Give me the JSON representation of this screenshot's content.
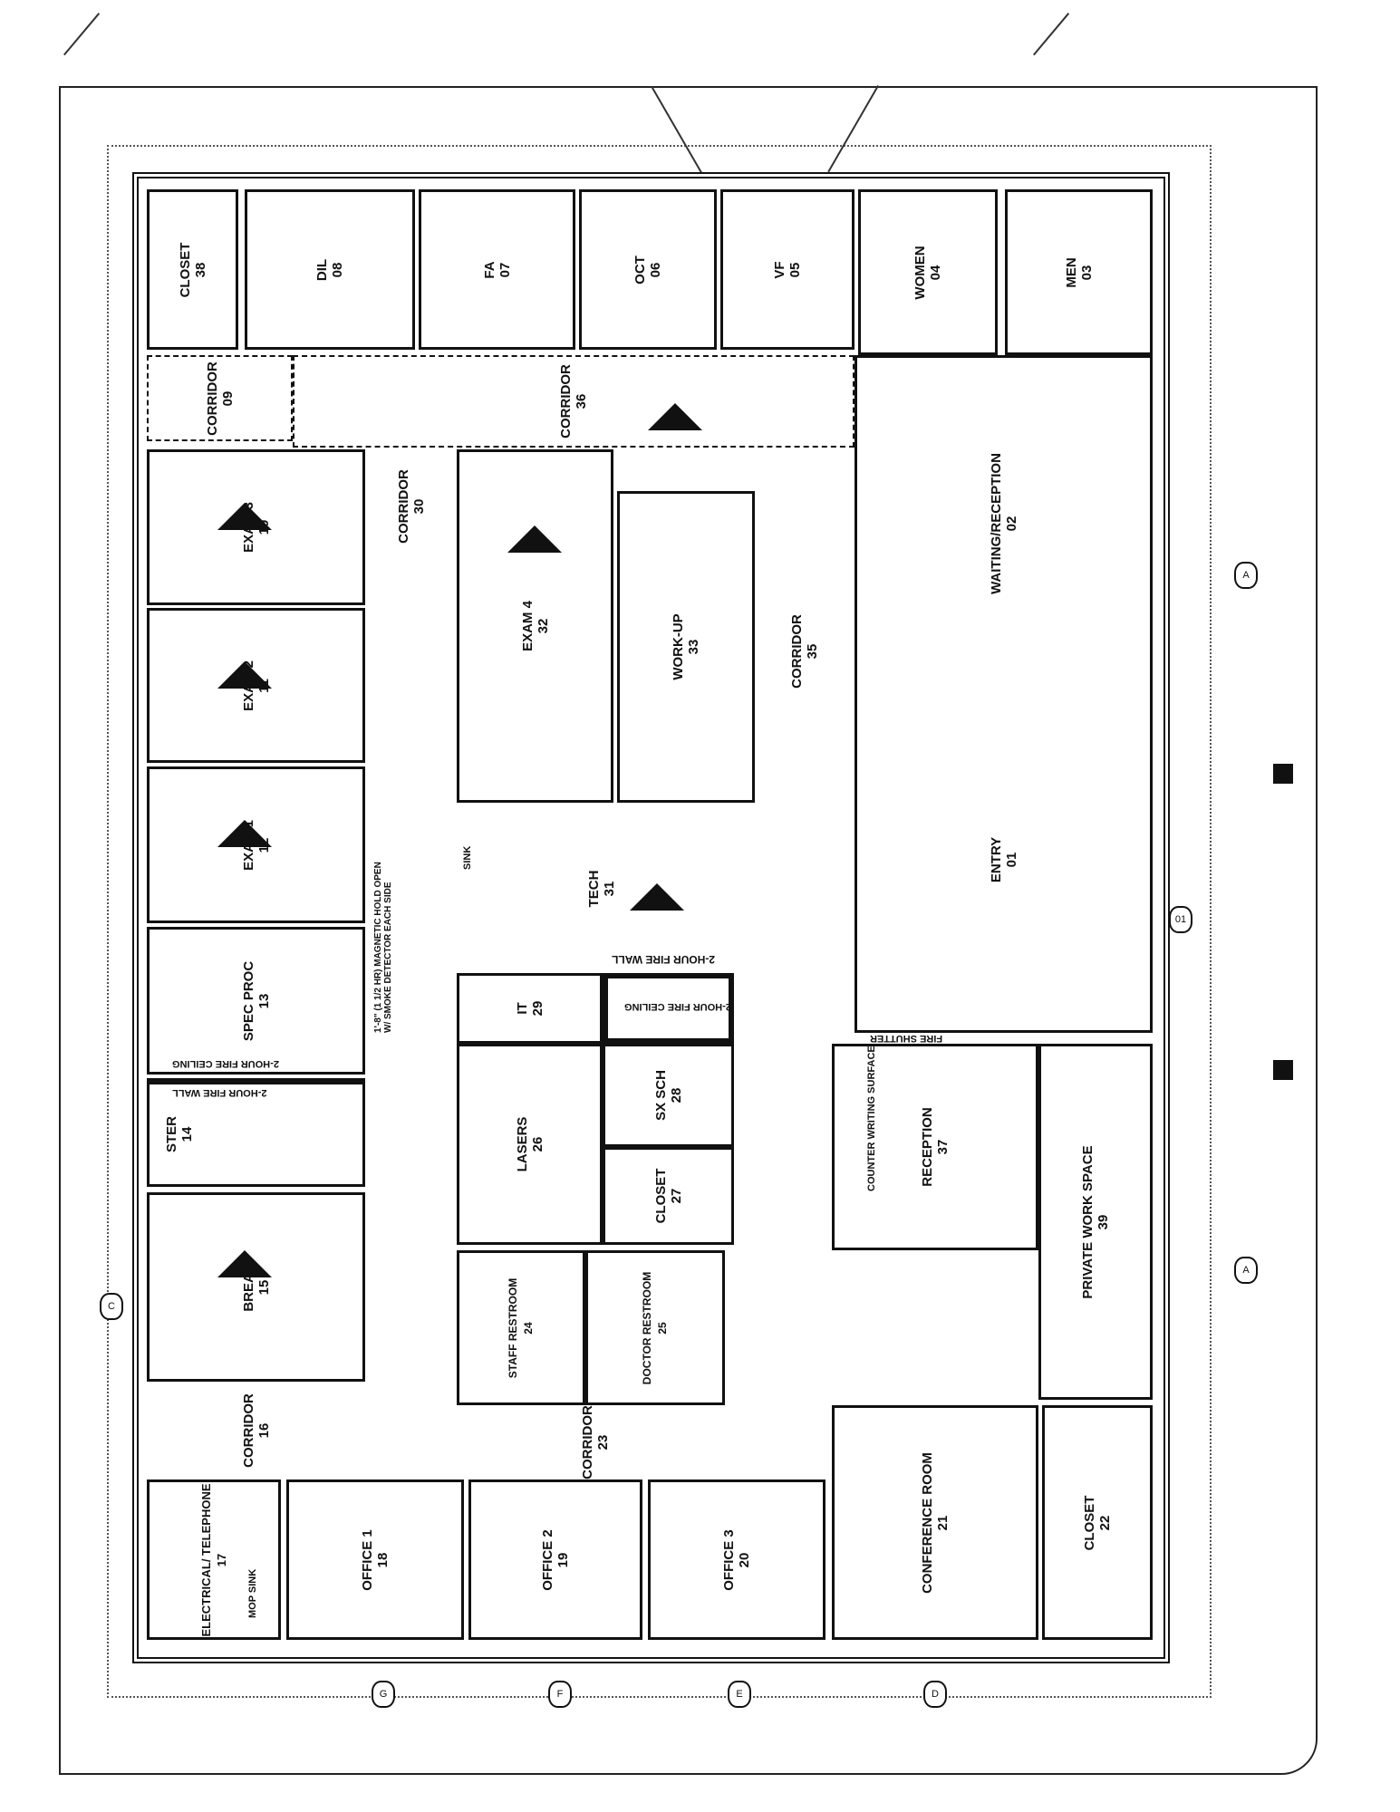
{
  "rooms": {
    "closet38": {
      "name": "CLOSET",
      "num": "38"
    },
    "dil08": {
      "name": "DIL",
      "num": "08"
    },
    "fa07": {
      "name": "FA",
      "num": "07"
    },
    "oct06": {
      "name": "OCT",
      "num": "06"
    },
    "vf05": {
      "name": "VF",
      "num": "05"
    },
    "women04": {
      "name": "WOMEN",
      "num": "04"
    },
    "men03": {
      "name": "MEN",
      "num": "03"
    },
    "corr09": {
      "name": "CORRIDOR",
      "num": "09"
    },
    "corr36": {
      "name": "CORRIDOR",
      "num": "36"
    },
    "waiting02": {
      "name": "WAITING/RECEPTION",
      "num": "02"
    },
    "entry01": {
      "name": "ENTRY",
      "num": "01"
    },
    "exam3": {
      "name": "EXAM 3",
      "num": "10"
    },
    "exam2": {
      "name": "EXAM 2",
      "num": "11"
    },
    "exam1": {
      "name": "EXAM 1",
      "num": "12"
    },
    "spec13": {
      "name": "SPEC PROC",
      "num": "13"
    },
    "ster14": {
      "name": "STER",
      "num": "14"
    },
    "break15": {
      "name": "BREAK",
      "num": "15"
    },
    "corr30": {
      "name": "CORRIDOR",
      "num": "30"
    },
    "exam4": {
      "name": "EXAM 4",
      "num": "32"
    },
    "workup33": {
      "name": "WORK-UP",
      "num": "33"
    },
    "corr35": {
      "name": "CORRIDOR",
      "num": "35"
    },
    "tech31": {
      "name": "TECH",
      "num": "31"
    },
    "it29": {
      "name": "IT",
      "num": "29"
    },
    "lasers26": {
      "name": "LASERS",
      "num": "26"
    },
    "sxsch28": {
      "name": "SX SCH",
      "num": "28"
    },
    "closet27": {
      "name": "CLOSET",
      "num": "27"
    },
    "staff24": {
      "name": "STAFF RESTROOM",
      "num": "24"
    },
    "doctor25": {
      "name": "DOCTOR RESTROOM",
      "num": "25"
    },
    "reception37": {
      "name": "RECEPTION",
      "num": "37"
    },
    "private39": {
      "name": "PRIVATE WORK SPACE",
      "num": "39"
    },
    "corr23": {
      "name": "CORRIDOR",
      "num": "23"
    },
    "corr16": {
      "name": "CORRIDOR",
      "num": "16"
    },
    "elec17": {
      "name": "ELECTRICAL/ TELEPHONE",
      "num": "17"
    },
    "office1": {
      "name": "OFFICE 1",
      "num": "18"
    },
    "office2": {
      "name": "OFFICE 2",
      "num": "19"
    },
    "office3": {
      "name": "OFFICE 3",
      "num": "20"
    },
    "conf21": {
      "name": "CONFERENCE ROOM",
      "num": "21"
    },
    "closet22": {
      "name": "CLOSET",
      "num": "22"
    }
  },
  "notes": {
    "fire_wall_1": "2-HOUR FIRE WALL",
    "fire_wall_2": "2-HOUR FIRE WALL",
    "fire_ceiling_1": "2-HOUR FIRE CEILING",
    "fire_ceiling_2": "2-HOUR FIRE CEILING",
    "fire_shutter": "FIRE SHUTTER",
    "counter": "COUNTER WRITING SURFACE",
    "sink": "SINK",
    "mop_sink": "MOP SINK",
    "door_note": "1'-8\" (1 1/2 HR) MAGNETIC HOLD OPEN W/ SMOKE DETECTOR EACH SIDE"
  },
  "grid_markers": [
    "A",
    "A",
    "C",
    "D",
    "E",
    "F",
    "G",
    "01"
  ]
}
